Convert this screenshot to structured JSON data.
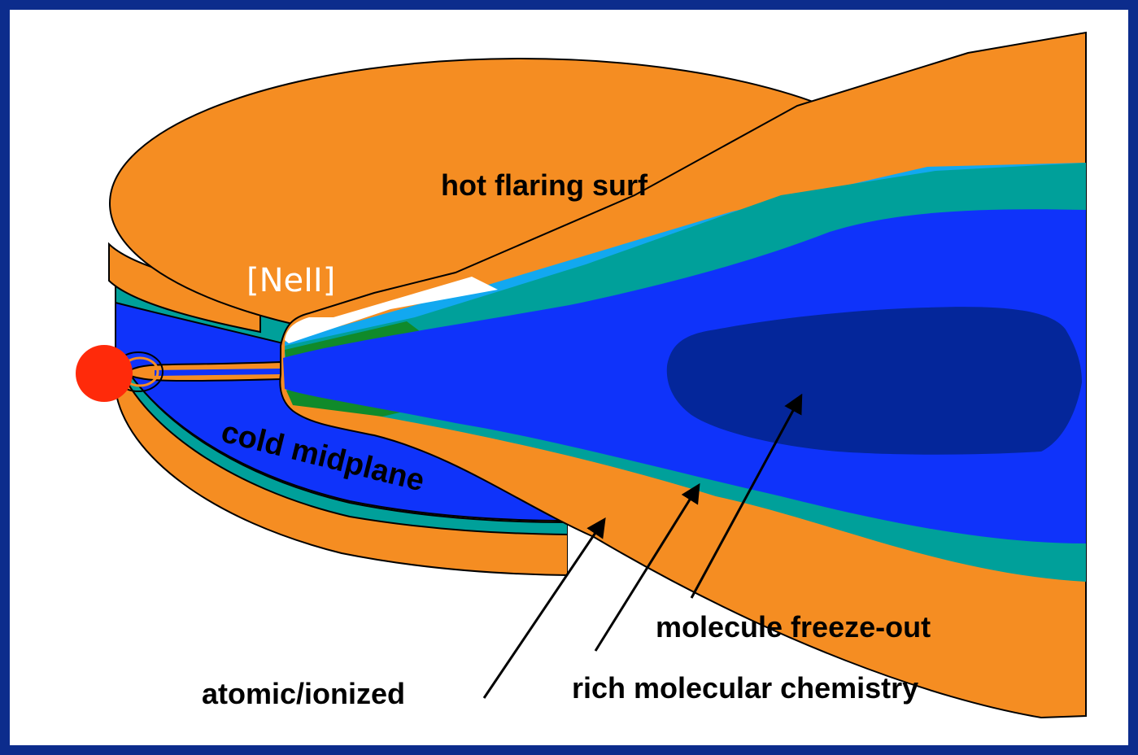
{
  "labels": {
    "hot_surface": "hot flaring surf",
    "neii": "[NeII]",
    "cold_midplane": "cold midplane",
    "freeze_out": "molecule freeze-out",
    "atomic": "atomic/ionized",
    "rich_chem": "rich molecular chemistry"
  },
  "colors": {
    "frame": "#0c2c8c",
    "panel": "#ffffff",
    "hot_layer": "#f58d22",
    "warm_molecular": "#00a09a",
    "light_blue": "#12a8f0",
    "green": "#108a2a",
    "blue": "#0f33fa",
    "freeze_core": "#04269a",
    "star": "#ff2a0a"
  }
}
